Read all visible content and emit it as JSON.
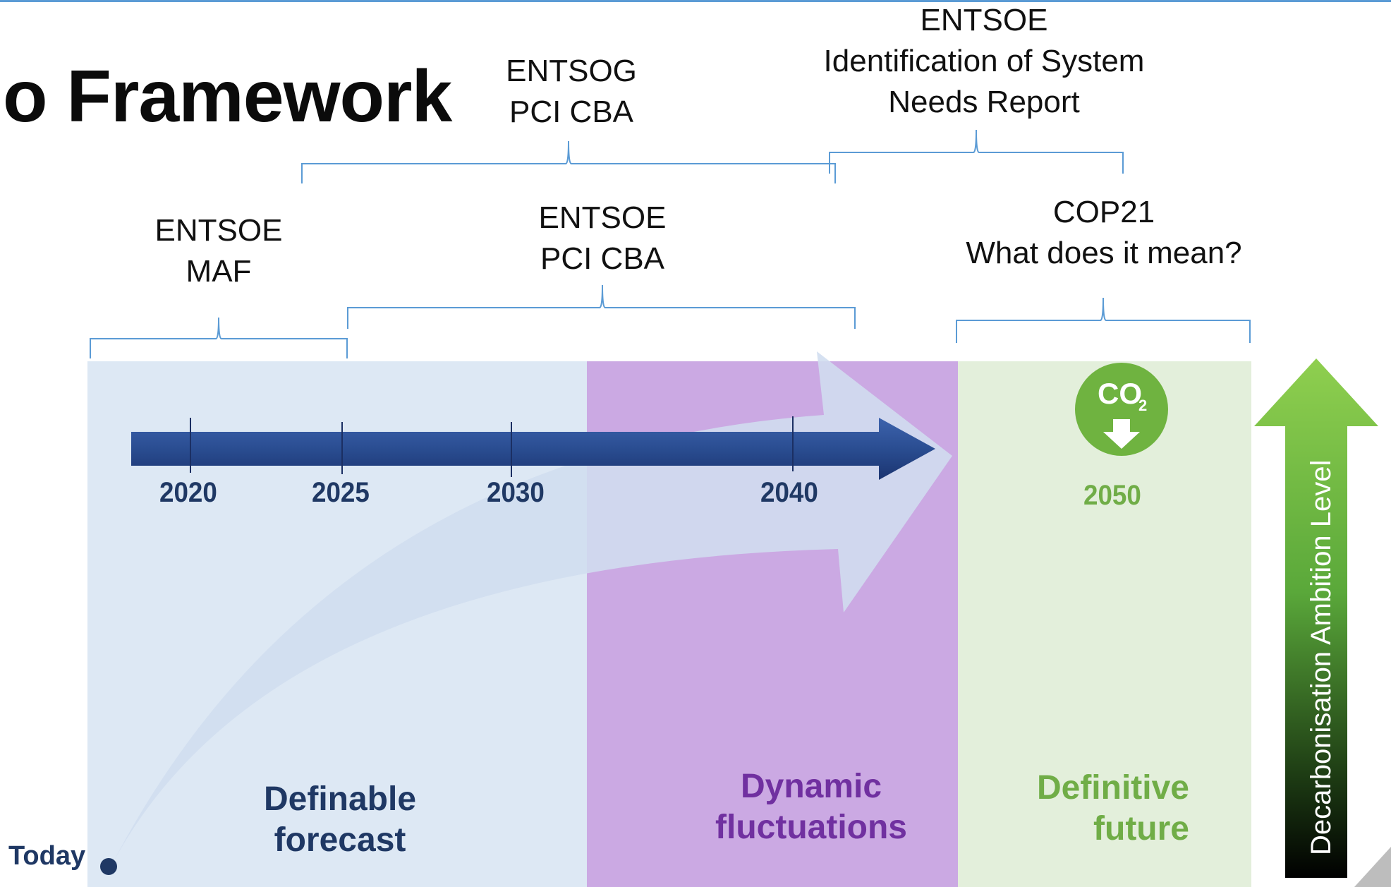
{
  "title": "o Framework",
  "brackets": {
    "entsoe_maf": "ENTSOE\nMAF",
    "entsog_pci_cba": "ENTSOG\nPCI CBA",
    "entsoe_pci_cba": "ENTSOE\nPCI CBA",
    "entsoe_system_needs": "ENTSOE\nIdentification of System\nNeeds Report",
    "cop21": "COP21\nWhat does it mean?"
  },
  "timeline": {
    "years": [
      "2020",
      "2025",
      "2030",
      "2040"
    ],
    "year_2050": "2050",
    "today": "Today"
  },
  "zones": {
    "definable": "Definable\nforecast",
    "dynamic": "Dynamic\nfluctuations",
    "definitive": "Definitive\nfuture"
  },
  "co2": {
    "main": "CO",
    "sub": "2"
  },
  "ambition_label": "Decarbonisation Ambition  Level",
  "colors": {
    "zone_blue": "#dde8f4",
    "zone_purple": "#cba9e3",
    "zone_green": "#e3efdb",
    "timeline_arrow": "#2a4d91",
    "navy_text": "#1f3864",
    "purple_text": "#7030a0",
    "green_text": "#70ad47",
    "bracket": "#5b9bd5"
  }
}
